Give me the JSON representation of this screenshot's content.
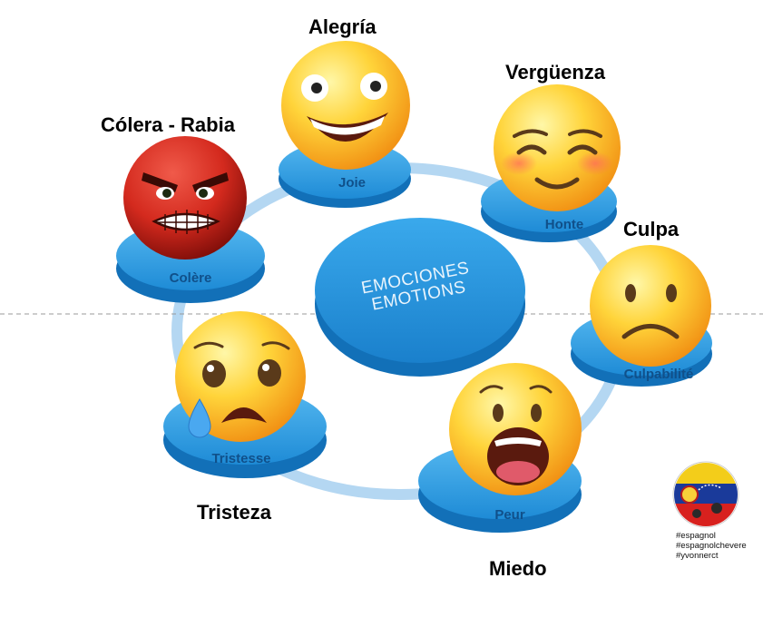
{
  "center": {
    "line1": "EMOCIONES",
    "line2": "EMOTIONS"
  },
  "emotions": [
    {
      "es": "Alegría",
      "fr": "Joie",
      "face": "laughing-face-icon"
    },
    {
      "es": "Vergüenza",
      "fr": "Honte",
      "face": "blushing-smile-face-icon"
    },
    {
      "es": "Culpa",
      "fr": "Culpabilité",
      "face": "frowning-face-icon"
    },
    {
      "es": "Miedo",
      "fr": "Peur",
      "face": "screaming-face-icon"
    },
    {
      "es": "Tristeza",
      "fr": "Tristesse",
      "face": "sad-tear-face-icon"
    },
    {
      "es": "Cólera - Rabia",
      "fr": "Colère",
      "face": "angry-red-face-icon"
    }
  ],
  "hashtags": [
    "#espagnol",
    "#espagnolchevere",
    "#yvonnerct"
  ],
  "colors": {
    "disc_top": "#2b9be0",
    "disc_side": "#1475bf",
    "ring": "#b4d7f2",
    "face_yellow": "#ffc83a",
    "face_red": "#d42a1e",
    "divider": "#9a9a9a"
  }
}
